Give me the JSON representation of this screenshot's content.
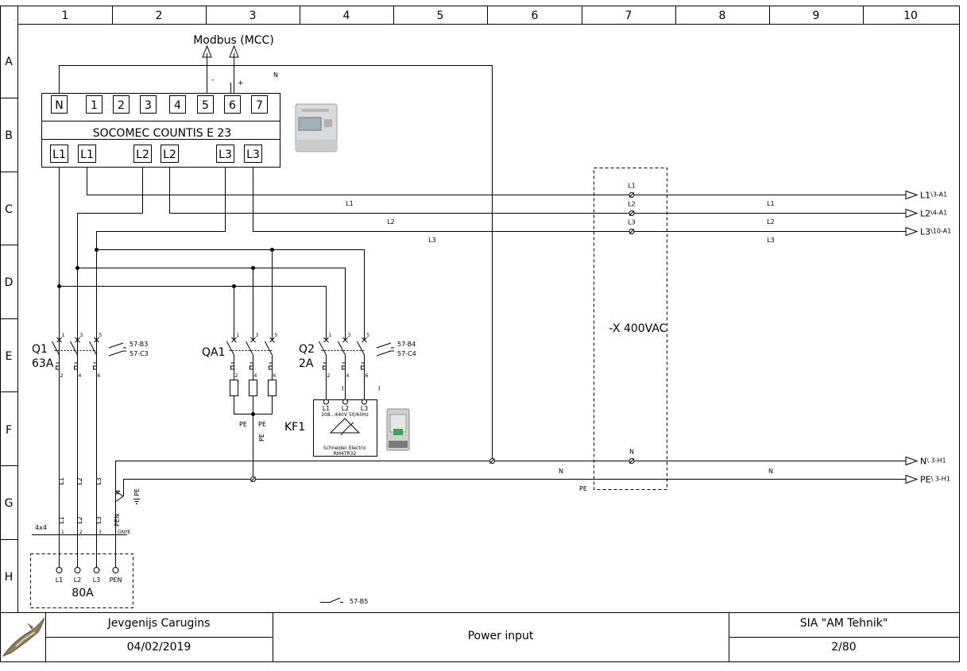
{
  "grid": {
    "columns": [
      "1",
      "2",
      "3",
      "4",
      "5",
      "6",
      "7",
      "8",
      "9",
      "10"
    ],
    "rows": [
      "A",
      "B",
      "C",
      "D",
      "E",
      "F",
      "G",
      "H"
    ]
  },
  "meter": {
    "name": "SOCOMEC COUNTIS E 23",
    "top_terminals": [
      "N",
      "1",
      "2",
      "3",
      "4",
      "5",
      "6",
      "7"
    ],
    "bottom_terminals": [
      "L1",
      "L1",
      "L2",
      "L2",
      "L3",
      "L3"
    ]
  },
  "modbus": {
    "label": "Modbus (MCC)",
    "minus": "-",
    "plus": "+"
  },
  "wire_labels": {
    "n_top": "N",
    "l1": "L1",
    "l2": "L2",
    "l3": "L3",
    "n": "N",
    "pe": "PE",
    "pen": "PEN",
    "gnye": "GNYE",
    "cable": "4x4",
    "i": "I"
  },
  "outputs": [
    {
      "name": "L1",
      "ref": "\\3-A1"
    },
    {
      "name": "L2",
      "ref": "\\4-A1"
    },
    {
      "name": "L3",
      "ref": "\\10-A1"
    },
    {
      "name": "N",
      "ref": "\\ 3-H1"
    },
    {
      "name": "PE",
      "ref": "\\ 3-H1"
    }
  ],
  "terminal_block": {
    "name": "-X 400VAC"
  },
  "devices": {
    "q1": {
      "name": "Q1",
      "rating": "63A",
      "contacts": [
        "57-B3",
        "57-C3"
      ]
    },
    "qa1": {
      "name": "QA1"
    },
    "q2": {
      "name": "Q2",
      "rating": "2A",
      "contacts": [
        "57-B4",
        "57-C4"
      ]
    },
    "kf1": {
      "name": "KF1",
      "terminals": [
        "L1",
        "L2",
        "L3"
      ],
      "range": "208...440V 50/60Hz",
      "maker": "Schneider Electric",
      "model": "RM4TR32"
    },
    "supply": {
      "rating": "80A",
      "terminals": [
        "L1",
        "L2",
        "L3",
        "PEN"
      ]
    },
    "aux_ref": "57-B5"
  },
  "pins": [
    "1",
    "3",
    "5",
    "2",
    "4",
    "6"
  ],
  "title_block": {
    "author": "Jevgenijs Carugins",
    "date": "04/02/2019",
    "title": "Power input",
    "company": "SIA \"AM Tehnik\"",
    "page": "2/80"
  }
}
